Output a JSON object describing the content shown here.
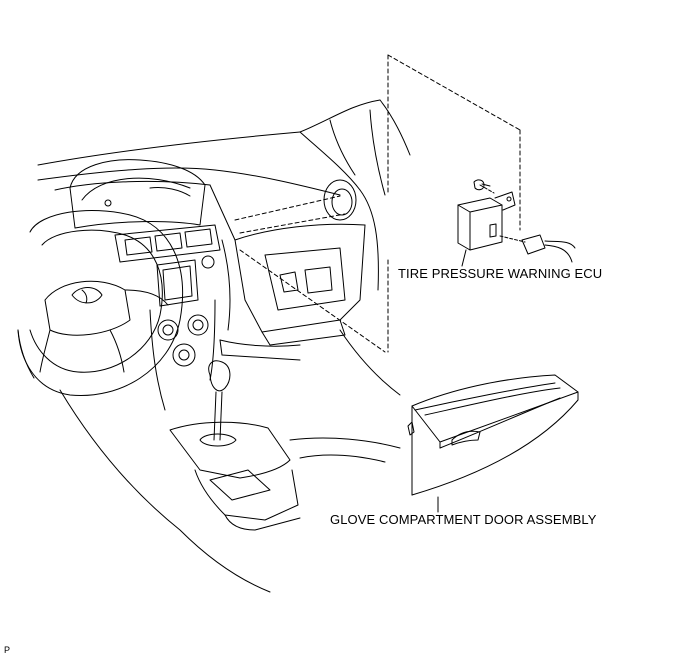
{
  "labels": {
    "tire_pressure_warning_ecu": "TIRE PRESSURE WARNING ECU",
    "glove_compartment_door_assembly": "GLOVE COMPARTMENT DOOR ASSEMBLY",
    "figure_code": "P"
  },
  "colors": {
    "line": "#000000",
    "background": "#ffffff"
  }
}
